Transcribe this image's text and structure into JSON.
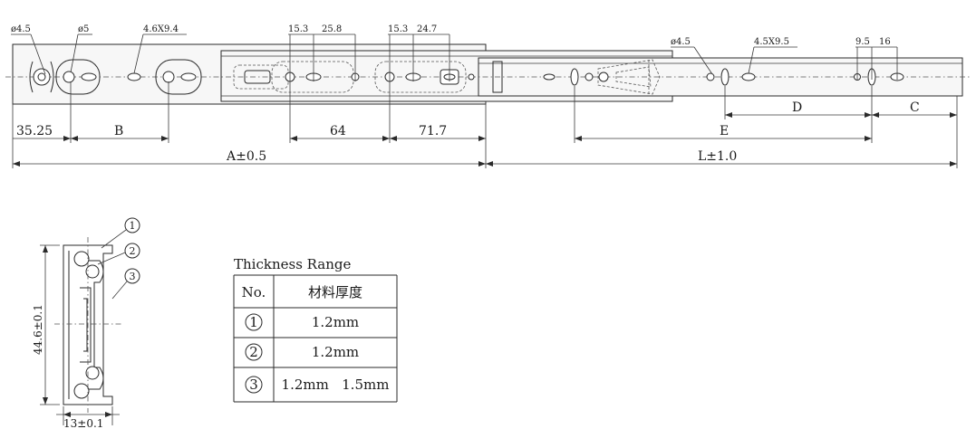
{
  "top_view": {
    "labels": {
      "d45_left": "ø4.5",
      "d5": "ø5",
      "slot_46x94": "4.6X9.4",
      "c153a": "15.3",
      "c258": "25.8",
      "c153b": "15.3",
      "c247": "24.7",
      "d45_right": "ø4.5",
      "slot_45x95": "4.5X9.5",
      "c95": "9.5",
      "c16": "16"
    },
    "dims": {
      "d3525": "35.25",
      "B": "B",
      "d64": "64",
      "d717": "71.7",
      "A": "A±0.5",
      "E": "E",
      "D": "D",
      "C": "C",
      "L": "L±1.0"
    }
  },
  "section": {
    "callouts": [
      "1",
      "2",
      "3"
    ],
    "height": "44.6±0.1",
    "width": "13±0.1"
  },
  "table": {
    "title": "Thickness Range",
    "header": [
      "No.",
      "材料厚度"
    ],
    "rows": [
      {
        "no": "1",
        "value": "1.2mm"
      },
      {
        "no": "2",
        "value": "1.2mm"
      },
      {
        "no": "3",
        "value": "1.2mm   1.5mm"
      }
    ]
  }
}
